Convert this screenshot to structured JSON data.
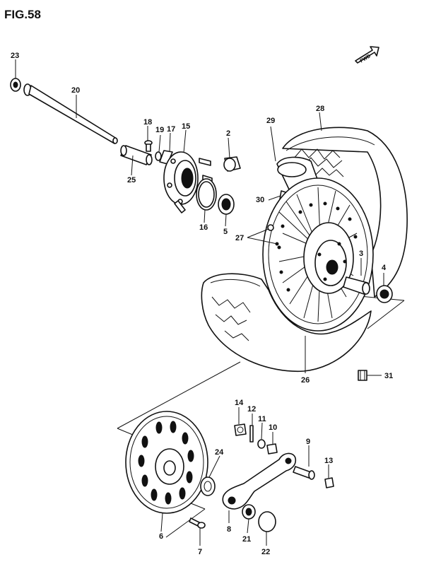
{
  "figure": {
    "title": "FIG.58",
    "direction_label": "FWD"
  },
  "part_labels": {
    "p2": "2",
    "p3": "3",
    "p4": "4",
    "p5": "5",
    "p6": "6",
    "p7": "7",
    "p8": "8",
    "p9": "9",
    "p10": "10",
    "p11": "11",
    "p12": "12",
    "p13": "13",
    "p14": "14",
    "p15": "15",
    "p16": "16",
    "p17": "17",
    "p18": "18",
    "p19": "19",
    "p20": "20",
    "p21": "21",
    "p22": "22",
    "p23": "23",
    "p24": "24",
    "p25": "25",
    "p26": "26",
    "p27": "27",
    "p28": "28",
    "p29": "29",
    "p30": "30",
    "p31": "31"
  },
  "parts": [
    {
      "id": "p2",
      "icon": "spacer-collar"
    },
    {
      "id": "p3",
      "icon": "hub-spacer"
    },
    {
      "id": "p4",
      "icon": "bearing"
    },
    {
      "id": "p5",
      "icon": "bearing"
    },
    {
      "id": "p6",
      "icon": "brake-disc"
    },
    {
      "id": "p7",
      "icon": "disc-bolt"
    },
    {
      "id": "p8",
      "icon": "torque-link"
    },
    {
      "id": "p9",
      "icon": "bolt"
    },
    {
      "id": "p10",
      "icon": "nut"
    },
    {
      "id": "p11",
      "icon": "washer"
    },
    {
      "id": "p12",
      "icon": "cotter-pin"
    },
    {
      "id": "p13",
      "icon": "cap-nut"
    },
    {
      "id": "p14",
      "icon": "nut"
    },
    {
      "id": "p15",
      "icon": "sprocket-drum"
    },
    {
      "id": "p16",
      "icon": "o-ring"
    },
    {
      "id": "p17",
      "icon": "lock-washer"
    },
    {
      "id": "p18",
      "icon": "bolt"
    },
    {
      "id": "p19",
      "icon": "washer"
    },
    {
      "id": "p20",
      "icon": "axle"
    },
    {
      "id": "p21",
      "icon": "nut"
    },
    {
      "id": "p22",
      "icon": "cap"
    },
    {
      "id": "p23",
      "icon": "axle-nut"
    },
    {
      "id": "p24",
      "icon": "dust-seal"
    },
    {
      "id": "p25",
      "icon": "axle-spacer"
    },
    {
      "id": "p26",
      "icon": "wheel-rim"
    },
    {
      "id": "p27",
      "icon": "spoke-nipple"
    },
    {
      "id": "p28",
      "icon": "tire"
    },
    {
      "id": "p29",
      "icon": "inner-tube"
    },
    {
      "id": "p30",
      "icon": "rim-band"
    },
    {
      "id": "p31",
      "icon": "valve-cap"
    }
  ]
}
